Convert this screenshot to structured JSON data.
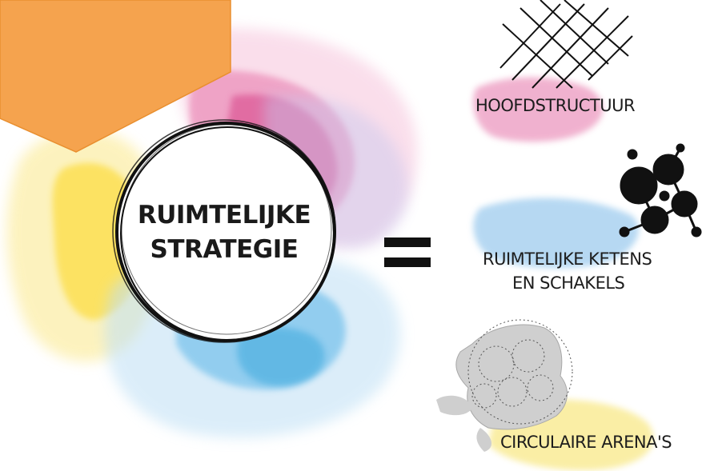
{
  "center": {
    "line1": "RUIMTELIJKE",
    "line2": "STRATEGIE"
  },
  "equals_symbol": "=",
  "components": [
    {
      "name": "hoofdstructuur",
      "label": "HOOFDSTRUCTUUR",
      "icon": "crosshatch-grid-icon",
      "color": "#e573a8"
    },
    {
      "name": "ketens",
      "label_line1": "RUIMTELIJKE KETENS",
      "label_line2": "EN SCHAKELS",
      "icon": "network-nodes-icon",
      "color": "#86bfea"
    },
    {
      "name": "arenas",
      "label": "CIRCULAIRE ARENA'S",
      "icon": "region-map-circles-icon",
      "color": "#f7e36a"
    }
  ],
  "colors": {
    "hexagon": "#f5a34e",
    "pink": "#e14b8e",
    "yellow": "#fcd827",
    "blue": "#3aa7e3",
    "ink": "#111111"
  }
}
